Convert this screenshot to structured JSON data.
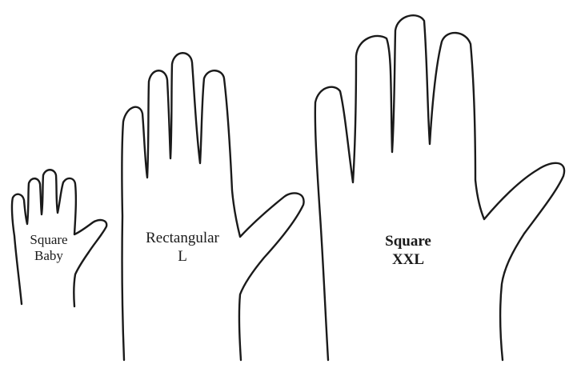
{
  "hands": [
    {
      "shape": "Square",
      "size": "Baby"
    },
    {
      "shape": "Rectangular",
      "size": "L"
    },
    {
      "shape": "Square",
      "size": "XXL"
    }
  ]
}
